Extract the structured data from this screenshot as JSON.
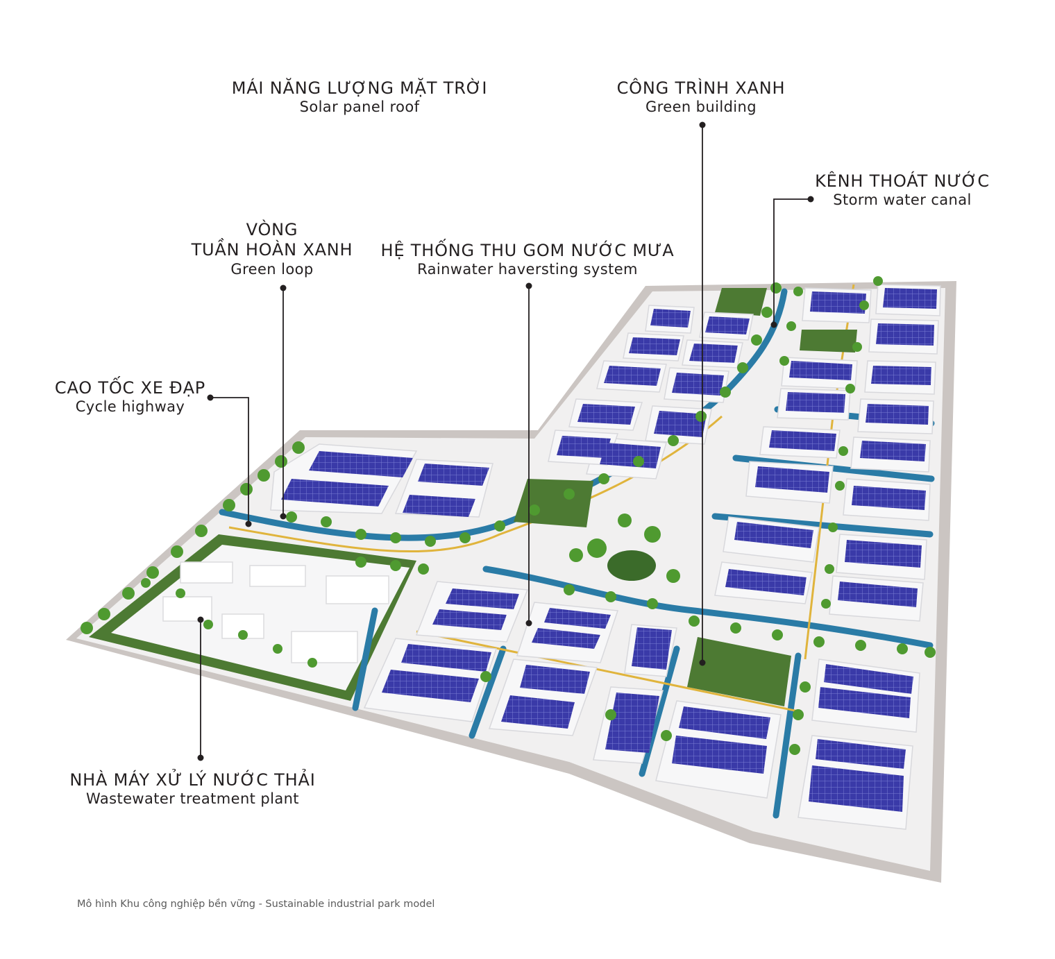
{
  "colors": {
    "base": "#cbc5c2",
    "pad": "#f3f2f2",
    "building": "#f7f7f8",
    "solar": "#3f3fae",
    "canal": "#2a7ba6",
    "lawn": "#4d7a33",
    "tree": "#4f9a30",
    "path": "#e0b43c",
    "leader": "#231f20"
  },
  "labels": [
    {
      "id": "solar",
      "vi": "MÁI NĂNG LƯỢNG MẶT TRỜI",
      "en": "Solar panel roof"
    },
    {
      "id": "green-building",
      "vi": "CÔNG TRÌNH XANH",
      "en": "Green building"
    },
    {
      "id": "canal",
      "vi": "KÊNH THOÁT NƯỚC",
      "en": "Storm water canal"
    },
    {
      "id": "green-loop",
      "vi_line1": "VÒNG",
      "vi_line2": "TUẦN HOÀN XANH",
      "en": "Green loop"
    },
    {
      "id": "rainwater",
      "vi": "HỆ THỐNG THU GOM NƯỚC MƯA",
      "en": "Rainwater haversting system"
    },
    {
      "id": "cycle",
      "vi": "CAO TỐC XE ĐẠP",
      "en": "Cycle highway"
    },
    {
      "id": "wastewater",
      "vi": "NHÀ MÁY XỬ LÝ NƯỚC THẢI",
      "en": "Wastewater treatment plant"
    }
  ],
  "caption": "Mô hình Khu công nghiệp bền vững - Sustainable industrial park model"
}
